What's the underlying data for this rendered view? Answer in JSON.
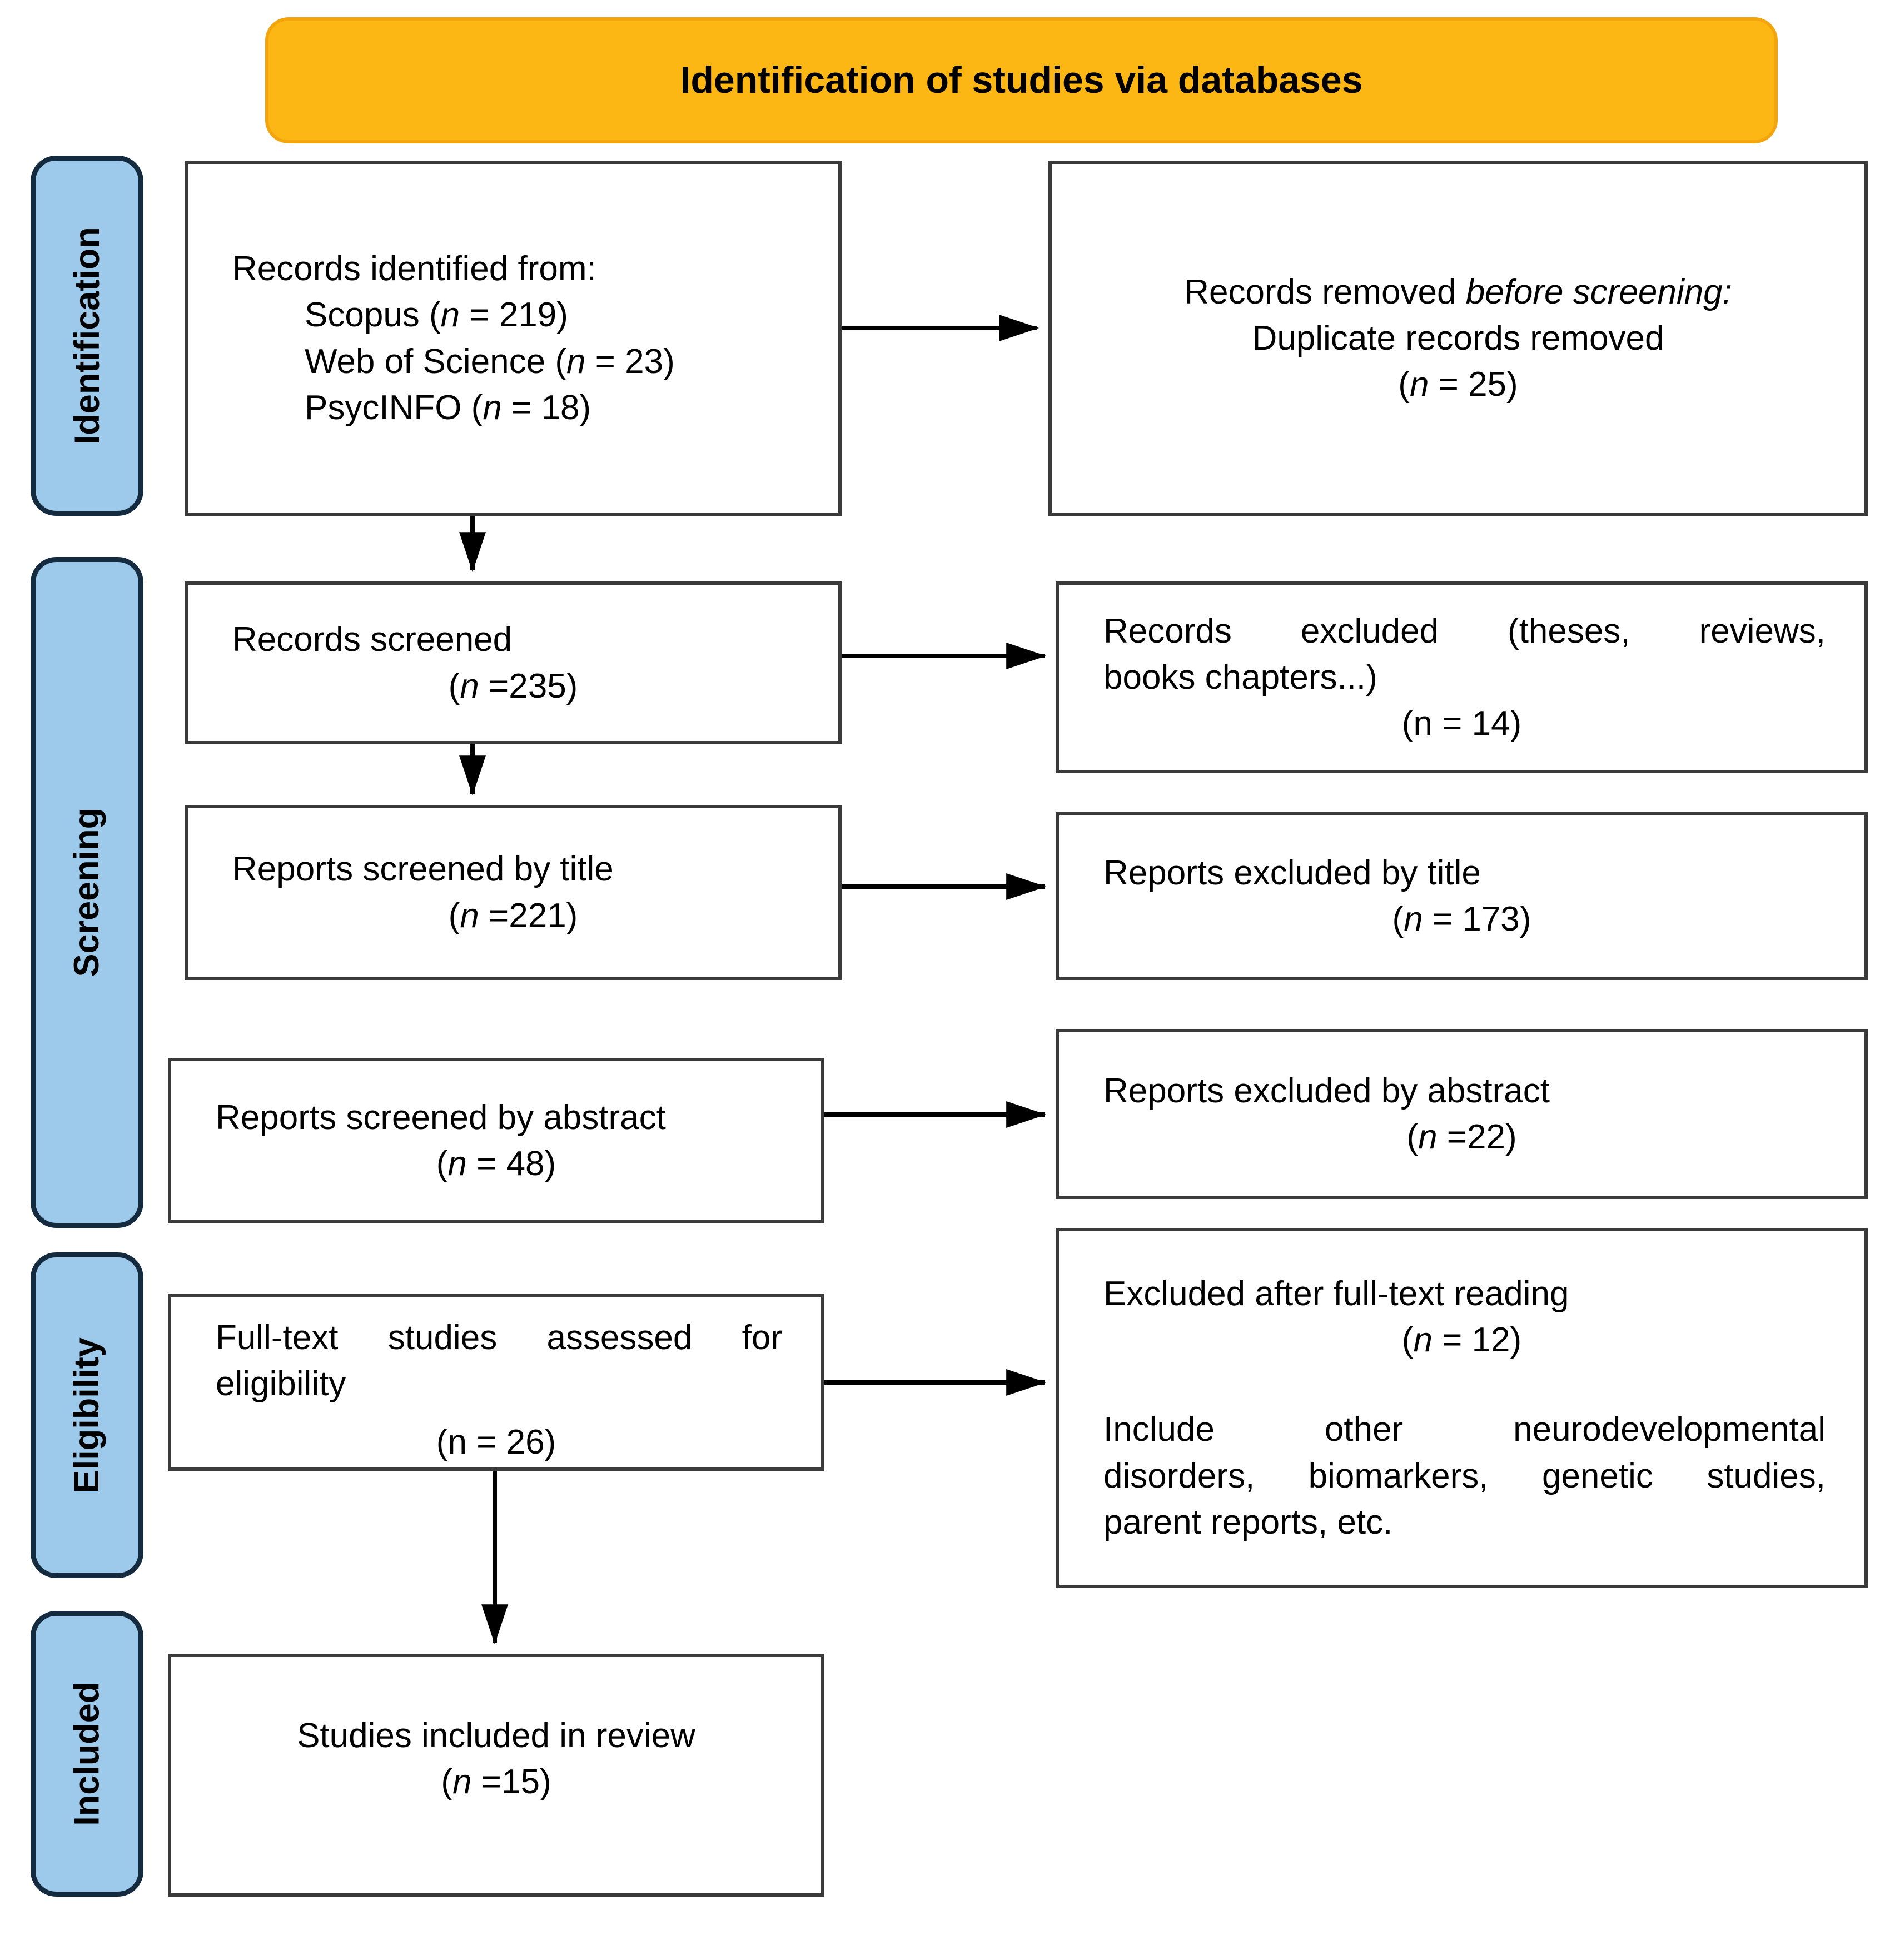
{
  "header": {
    "title": "Identification of studies via databases"
  },
  "sidebar": {
    "stages": [
      {
        "label": "Identification"
      },
      {
        "label": "Screening"
      },
      {
        "label": "Eligibility"
      },
      {
        "label": "Included"
      }
    ]
  },
  "flow": {
    "records_identified": {
      "title": "Records identified from:",
      "sources": [
        "Scopus (n = 219)",
        "Web of Science (n = 23)",
        "PsycINFO (n = 18)"
      ]
    },
    "records_removed": {
      "title_pre": "Records removed ",
      "title_italic": "before screening:",
      "line2": "Duplicate records removed",
      "count": "(n = 25)"
    },
    "records_screened": {
      "title": "Records screened",
      "count": "(n =235)"
    },
    "records_excluded": {
      "line1": "Records excluded (theses, reviews,",
      "line2": "books chapters...)",
      "count": "(n = 14)"
    },
    "reports_screened_title": {
      "title": "Reports screened by title",
      "count": "(n =221)"
    },
    "reports_excluded_title": {
      "title": "Reports excluded by title",
      "count": "(n = 173)"
    },
    "reports_screened_abstract": {
      "title": "Reports screened by abstract",
      "count": "(n = 48)"
    },
    "reports_excluded_abstract": {
      "title": "Reports excluded by abstract",
      "count": "(n =22)"
    },
    "fulltext_assessed": {
      "title_line1": "Full-text studies assessed for",
      "title_line2": "eligibility",
      "count": "(n = 26)"
    },
    "fulltext_excluded": {
      "title": "Excluded after full-text reading",
      "count": "(n = 12)",
      "note_lines": [
        "Include other neurodevelopmental",
        "disorders, biomarkers, genetic studies,",
        "parent reports, etc."
      ]
    },
    "studies_included": {
      "title": "Studies included in review",
      "count": "(n =15)"
    }
  },
  "colors": {
    "banner_bg": "#FDB714",
    "banner_border": "#F2A50C",
    "stage_bg": "#9DC9EA",
    "stage_border": "#142A3F",
    "box_border": "#3A3A3A",
    "arrow": "#000000"
  }
}
